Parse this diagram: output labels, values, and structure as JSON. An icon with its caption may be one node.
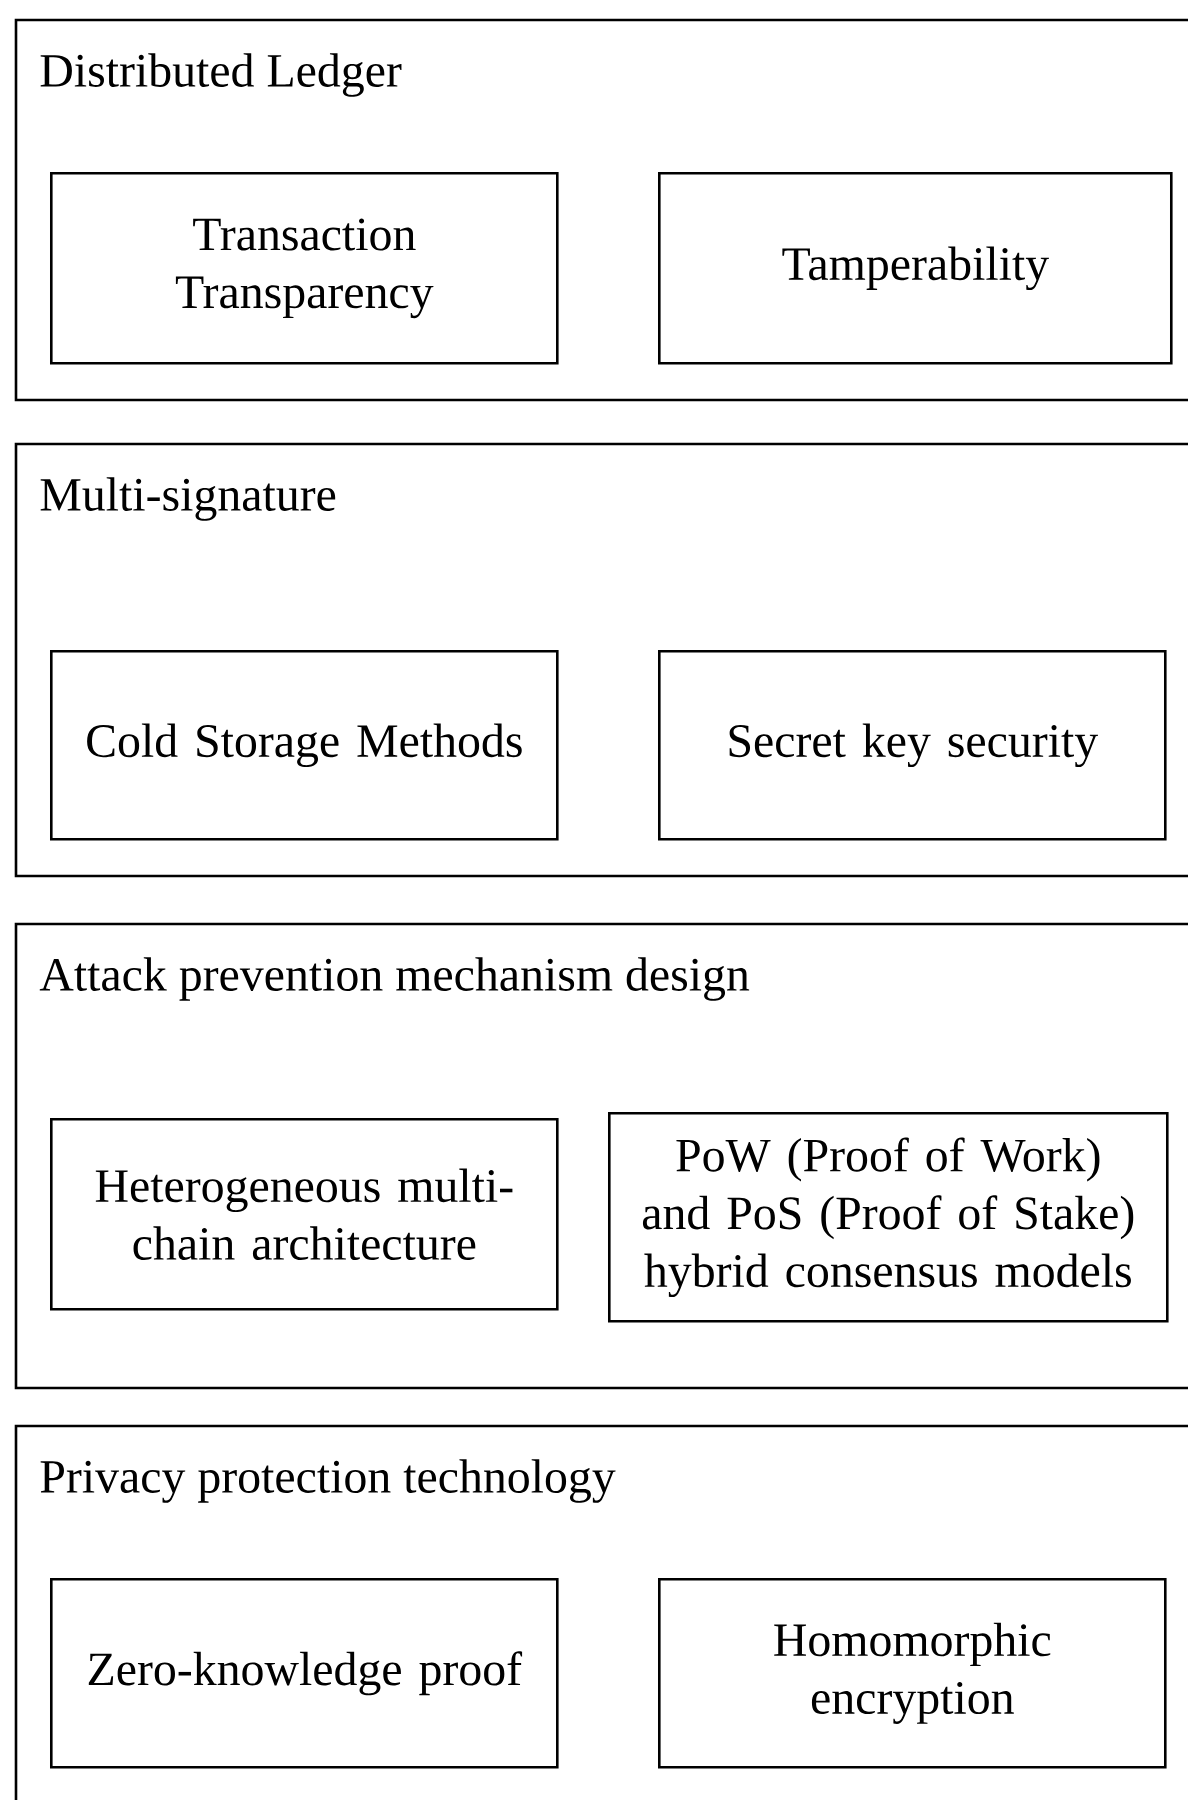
{
  "diagram": {
    "nodes": [
      {
        "text": [
          "Distributed Ledger"
        ]
      },
      {
        "text": [
          "Transaction Transparency"
        ],
        "in": 0
      },
      {
        "text": [
          "Tamperability"
        ],
        "in": 0
      },
      {
        "text": [
          "Multi-signature"
        ]
      },
      {
        "text": [
          "Cold Storage Methods"
        ],
        "in": 3
      },
      {
        "text": [
          "Secret key security"
        ],
        "in": 3
      },
      {
        "text": [
          "Attack prevention mechanism design"
        ]
      },
      {
        "text": [
          "Heterogeneous multi-chain architecture"
        ],
        "in": 6
      },
      {
        "text": [
          "PoW (Proof of Work) and PoS (Proof of Stake) hybrid consensus models"
        ],
        "in": 6
      },
      {
        "text": [
          "Privacy protection technology"
        ]
      },
      {
        "text": [
          "Zero-knowledge proof"
        ],
        "in": 9
      },
      {
        "text": [
          "Homomorphic encryption"
        ],
        "in": 9
      }
    ]
  }
}
